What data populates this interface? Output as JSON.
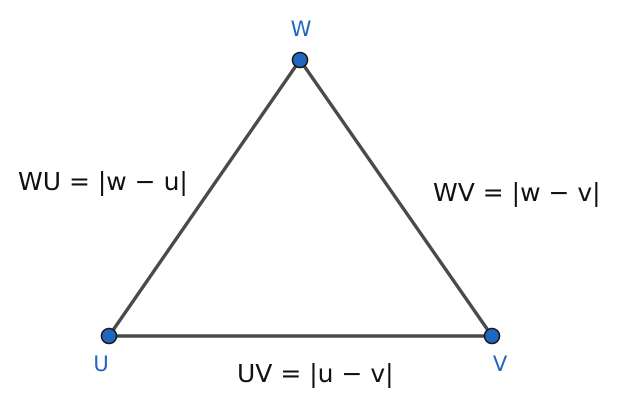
{
  "colors": {
    "edge": "#4a4a4a",
    "vertex_fill": "#1f67c1",
    "vertex_label": "#1f67c1",
    "edge_label": "#111111"
  },
  "vertices": {
    "w": {
      "label": "W"
    },
    "u": {
      "label": "U"
    },
    "v": {
      "label": "V"
    }
  },
  "edges": {
    "wu": {
      "label": "WU = |w − u|"
    },
    "wv": {
      "label": "WV = |w − v|"
    },
    "uv": {
      "label": "UV = |u − v|"
    }
  }
}
